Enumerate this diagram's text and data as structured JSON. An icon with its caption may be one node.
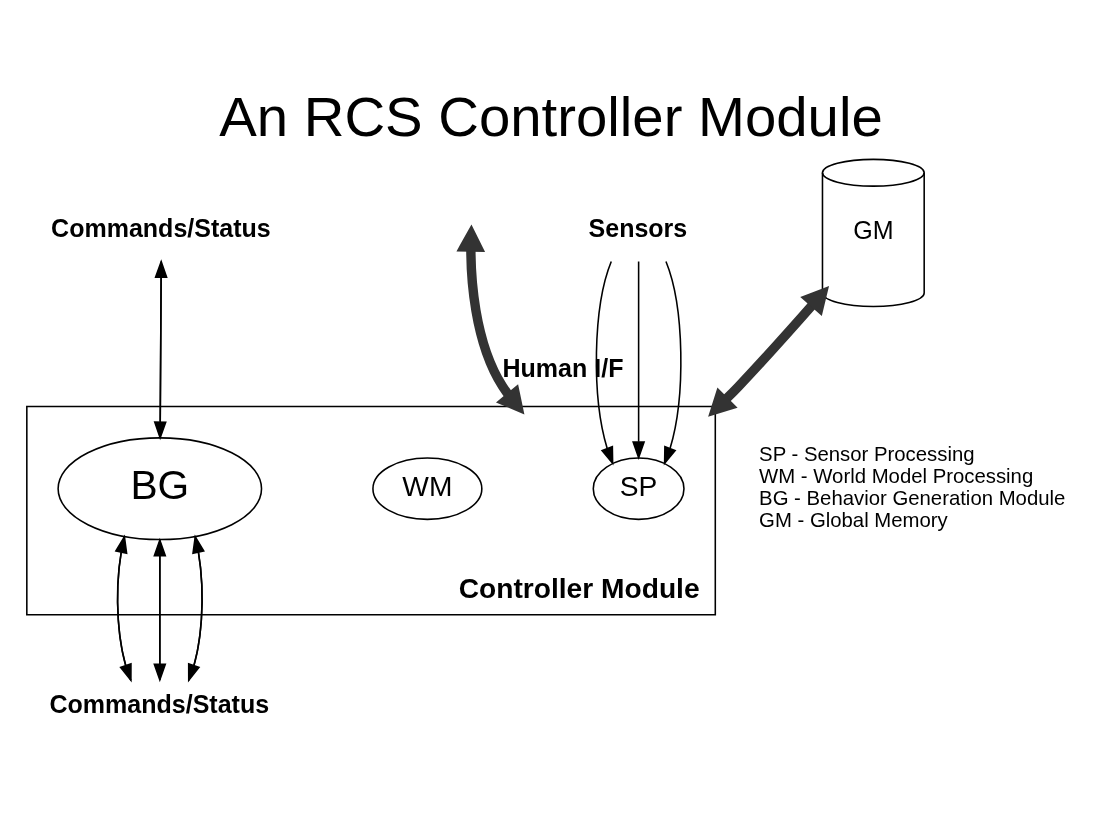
{
  "diagram": {
    "title": "An RCS Controller Module",
    "nodes": [
      {
        "text": [
          "Commands/Status"
        ]
      },
      {
        "text": [
          "Controller Module"
        ]
      },
      {
        "text": [
          "SP"
        ],
        "in": 1
      },
      {
        "text": [
          "WM"
        ],
        "in": 1
      },
      {
        "text": [
          "BG"
        ],
        "in": 1
      },
      {
        "text": [
          "GM"
        ]
      },
      {
        "text": [
          "Sensors"
        ]
      },
      {
        "text": [
          "Commands/Status"
        ]
      }
    ],
    "edges": [
      {
        "from": 0,
        "to": 4,
        "arrow": "to"
      },
      {
        "from": 4,
        "to": 0,
        "arrow": "to"
      },
      {
        "from": 5,
        "to": 1,
        "arrow": "both",
        "style": "thick",
        "color": "#333333"
      },
      {
        "from": 1,
        "to": null,
        "arrow": "both",
        "label": "Human I/F",
        "style": "thick",
        "color": "#333333"
      },
      {
        "from": 6,
        "to": 2,
        "arrow": "to"
      },
      {
        "from": 6,
        "to": 2,
        "arrow": "to"
      },
      {
        "from": 6,
        "to": 2,
        "arrow": "to"
      },
      {
        "from": 4,
        "to": 7,
        "arrow": "to"
      },
      {
        "from": 7,
        "to": 4,
        "arrow": "to"
      },
      {
        "from": 4,
        "to": 7,
        "arrow": "to"
      },
      {
        "from": 7,
        "to": 4,
        "arrow": "to"
      },
      {
        "from": 4,
        "to": 7,
        "arrow": "to"
      },
      {
        "from": 7,
        "to": 4,
        "arrow": "to"
      }
    ],
    "labels": [
      "SP - Sensor Processing",
      "WM - World Model Processing",
      "BG - Behavior Generation Module",
      "GM - Global Memory"
    ]
  }
}
